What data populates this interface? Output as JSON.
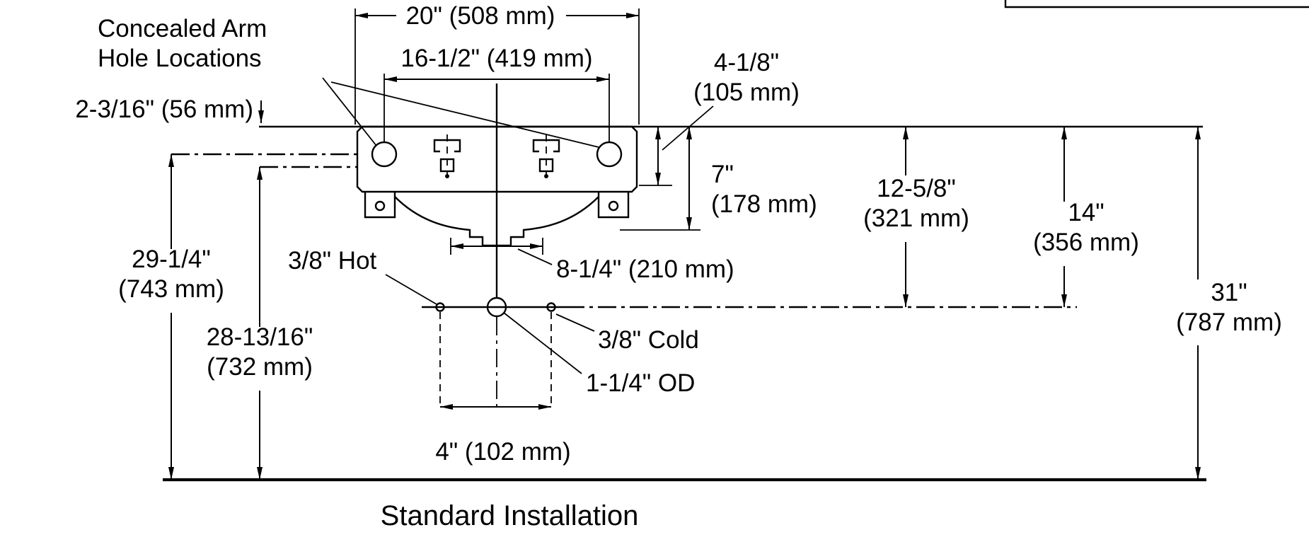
{
  "page": {
    "background": "#ffffff",
    "line_color": "#000000"
  },
  "title": "Standard Installation",
  "callouts": {
    "concealed_arm_line1": "Concealed Arm",
    "concealed_arm_line2": "Hole Locations",
    "hot_supply": "3/8\" Hot",
    "cold_supply": "3/8\" Cold",
    "drain_od": "1-1/4\" OD"
  },
  "dimensions": {
    "overall_width": "20\" (508 mm)",
    "armhole_spacing": "16-1/2\" (419 mm)",
    "rim_to_armhole_in": "4-1/8\"",
    "rim_to_armhole_mm": "(105 mm)",
    "rim_drop": "2-3/16\" (56 mm)",
    "rim_to_underside_in": "7\"",
    "rim_to_underside_mm": "(178 mm)",
    "rim_to_supply_in": "12-5/8\"",
    "rim_to_supply_mm": "(321 mm)",
    "rim_to_drain_in": "14\"",
    "rim_to_drain_mm": "(356 mm)",
    "floor_to_rim_in": "31\"",
    "floor_to_rim_mm": "(787 mm)",
    "floor_to_armhole_in": "29-1/4\"",
    "floor_to_armhole_mm": "(743 mm)",
    "floor_to_mount_in": "28-13/16\"",
    "floor_to_mount_mm": "(732 mm)",
    "drain_offset": "8-1/4\" (210 mm)",
    "supply_spacing": "4\" (102 mm)"
  }
}
